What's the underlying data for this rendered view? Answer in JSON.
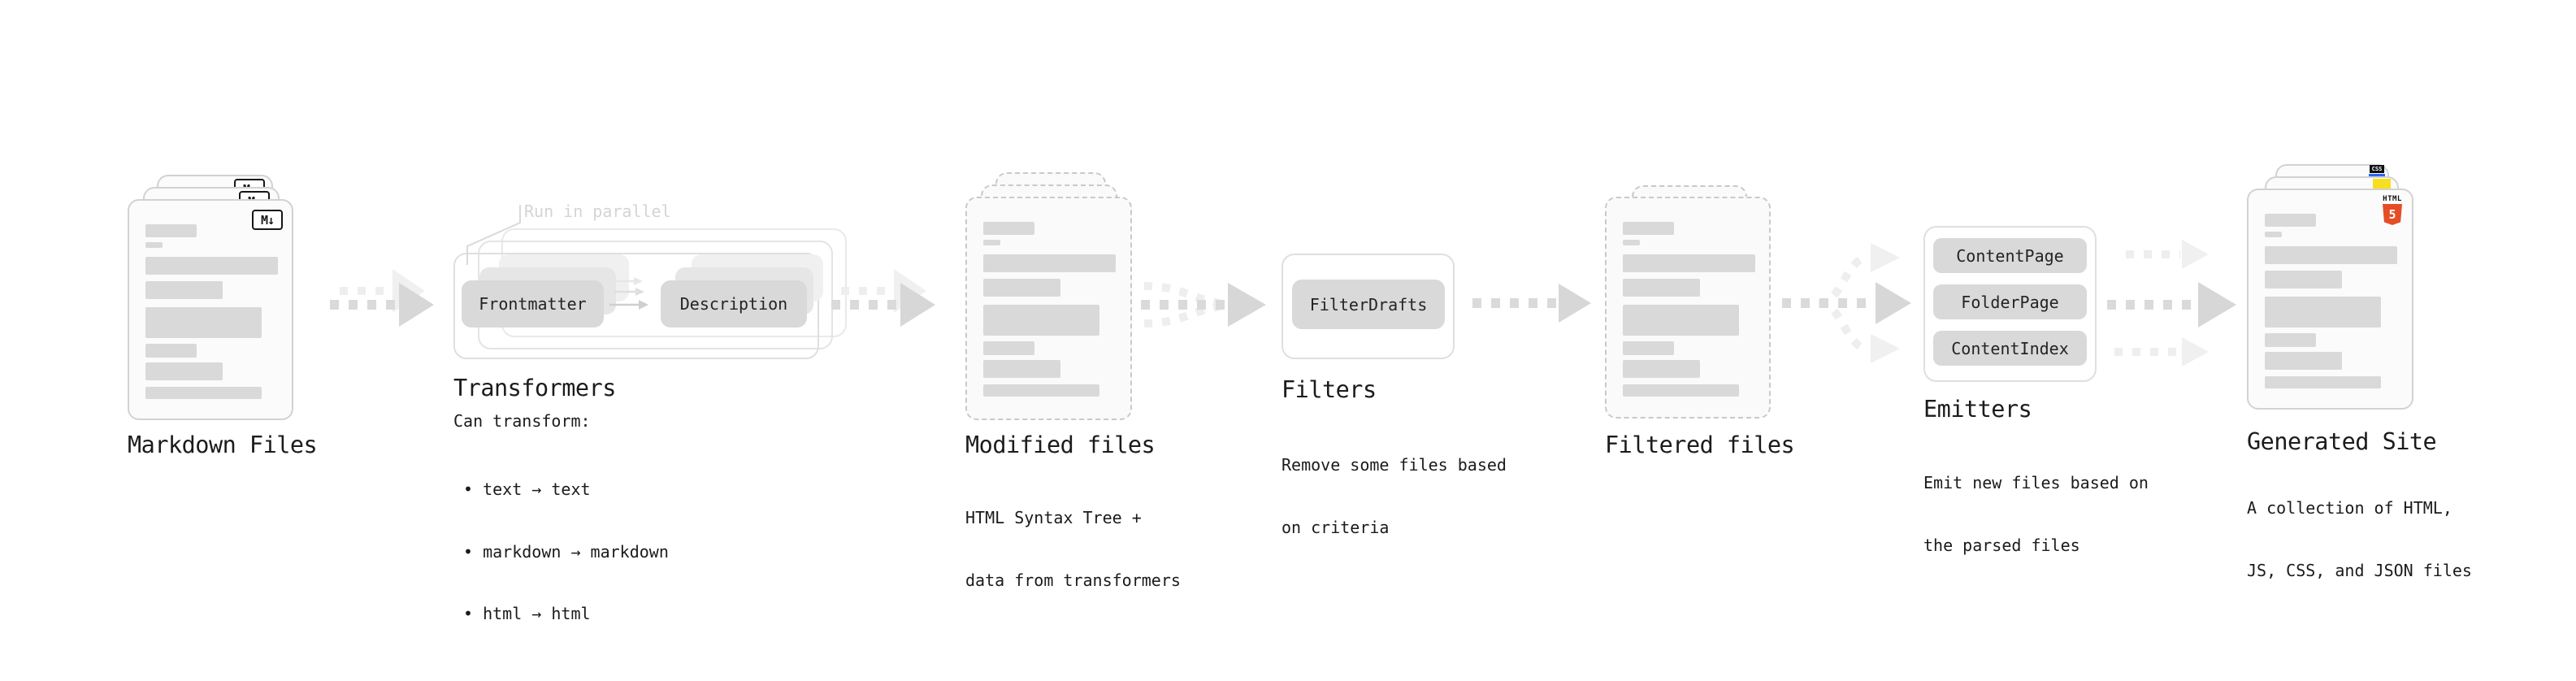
{
  "pipeline": {
    "markdown_files": {
      "label": "Markdown Files",
      "badge_text": "M↓"
    },
    "transformers": {
      "annotation": "Run in parallel",
      "step_a": "Frontmatter",
      "step_b": "Description",
      "label": "Transformers",
      "desc_heading": "Can transform:",
      "bullets": [
        "• text → text",
        "• markdown → markdown",
        "• html → html"
      ]
    },
    "modified_files": {
      "label": "Modified files",
      "desc": [
        "HTML Syntax Tree +",
        "data from transformers"
      ]
    },
    "filters": {
      "item": "FilterDrafts",
      "label": "Filters",
      "desc": [
        "Remove some files based",
        "on criteria"
      ]
    },
    "filtered_files": {
      "label": "Filtered files"
    },
    "emitters": {
      "items": [
        "ContentPage",
        "FolderPage",
        "ContentIndex"
      ],
      "label": "Emitters",
      "desc": [
        "Emit new files based on",
        "the parsed files"
      ]
    },
    "generated_site": {
      "label": "Generated Site",
      "desc": [
        "A collection of HTML,",
        "JS, CSS, and JSON files"
      ],
      "css_badge": "CSS",
      "html_badge_word": "HTML",
      "html_badge_number": "5"
    }
  },
  "colors": {
    "html5_orange": "#E44D26",
    "js_yellow": "#F7DF1E",
    "css_blue": "#2965F1"
  }
}
